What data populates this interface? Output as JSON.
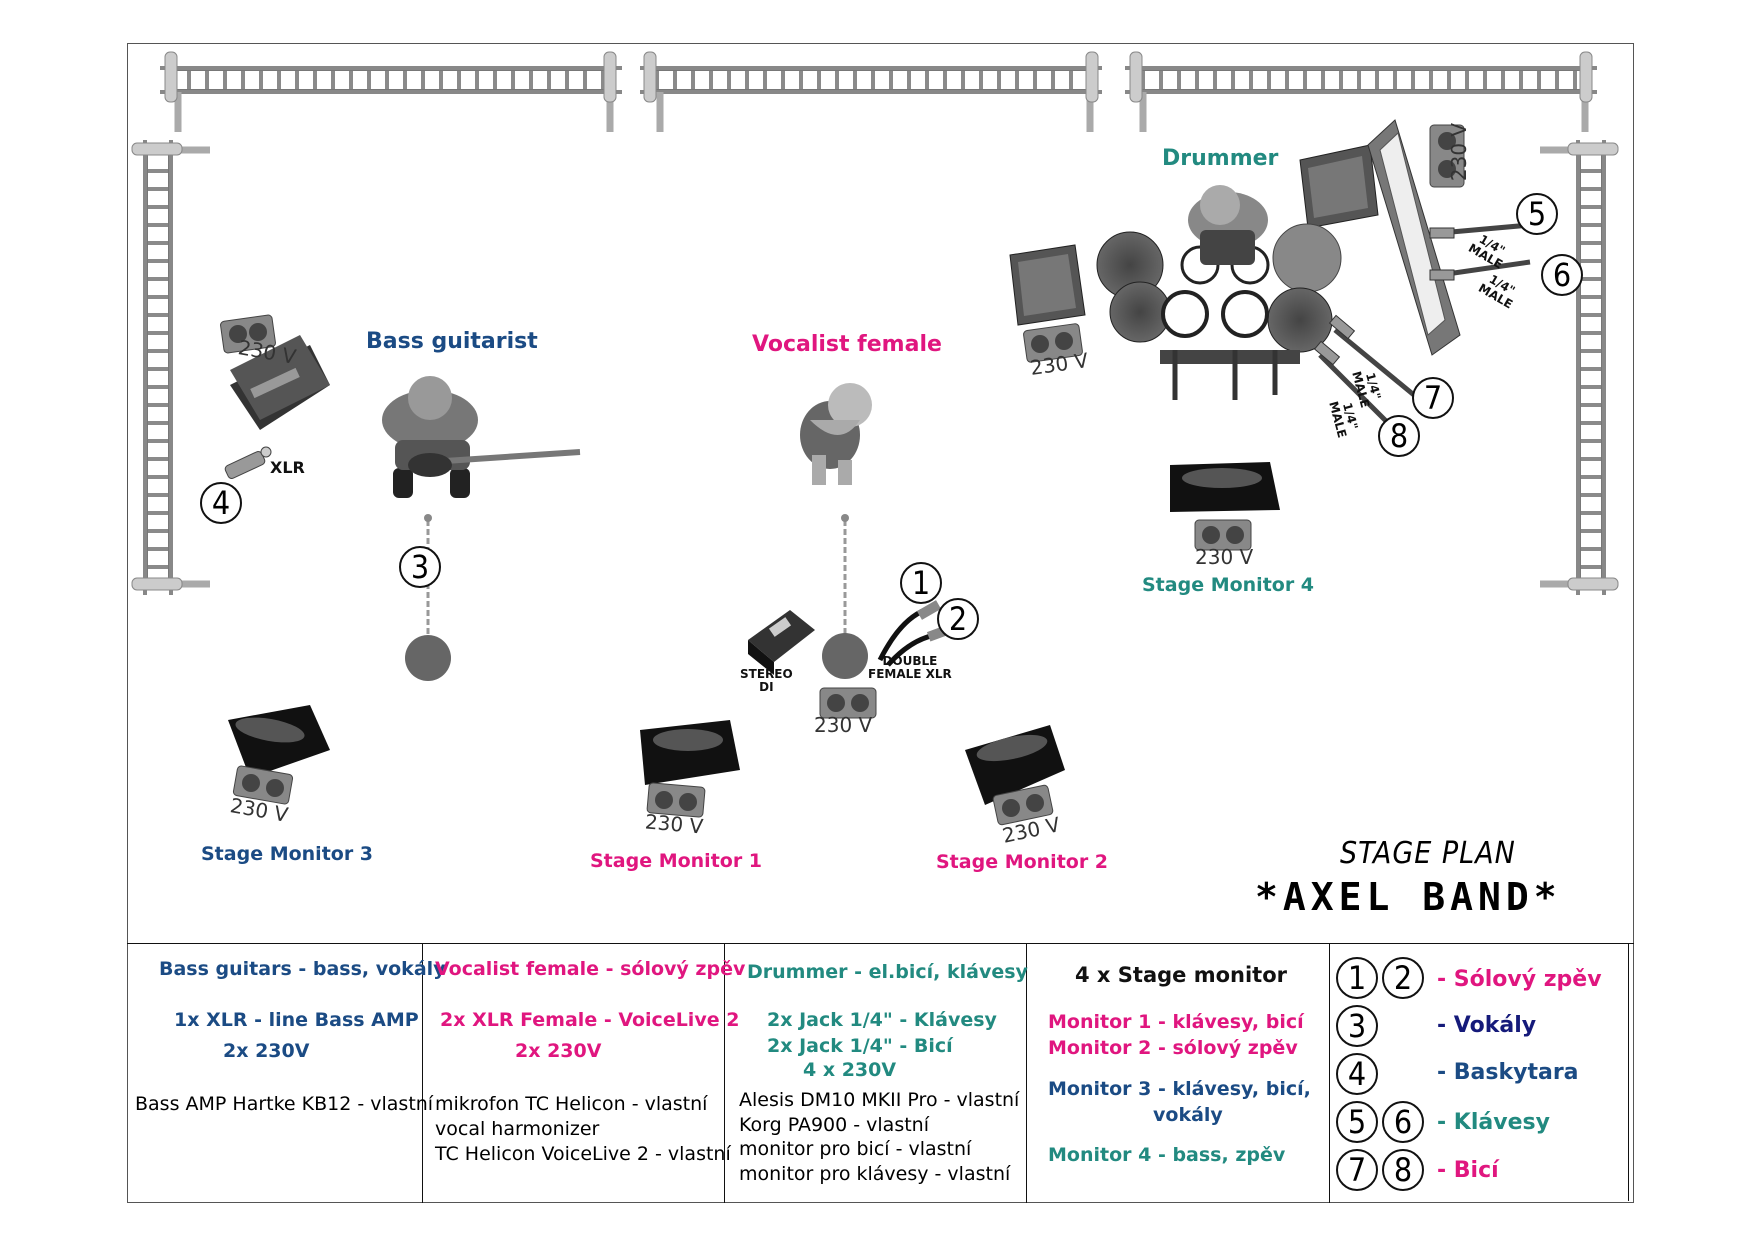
{
  "labels": {
    "drummer": "Drummer",
    "bass_guitarist": "Bass guitarist",
    "vocalist_female": "Vocalist female",
    "stage_monitor_1": "Stage Monitor 1",
    "stage_monitor_2": "Stage Monitor 2",
    "stage_monitor_3": "Stage Monitor 3",
    "stage_monitor_4": "Stage Monitor 4",
    "v230": "230 V",
    "xlr": "XLR",
    "stereo_di": "STEREO\nDI",
    "double_female_xlr": "DOUBLE\nFEMALE XLR",
    "quarter_male": "1/4\"\nMALE"
  },
  "title": {
    "line1": "STAGE PLAN",
    "line2": "*AXEL BAND*"
  },
  "numbers": [
    "1",
    "2",
    "3",
    "4",
    "5",
    "6",
    "7",
    "8"
  ],
  "legend": {
    "bass": {
      "heading": "Bass guitars - bass, vokály",
      "line1": "1x XLR - line Bass AMP",
      "line2": "2x 230V",
      "note1": "Bass AMP Hartke KB12 - vlastní"
    },
    "vocal": {
      "heading": "Vocalist female - sólový zpěv",
      "line1": "2x XLR Female - VoiceLive 2",
      "line2": "2x 230V",
      "note1": "mikrofon TC Helicon - vlastní",
      "note2": "vocal harmonizer",
      "note3": "TC Helicon VoiceLive 2 - vlastní"
    },
    "drums": {
      "heading": "Drummer - el.bicí, klávesy",
      "line1": "2x Jack 1/4\" - Klávesy",
      "line2": "2x Jack 1/4\" - Bicí",
      "line3": "4 x 230V",
      "note1": "Alesis DM10 MKII Pro - vlastní",
      "note2": "Korg PA900 - vlastní",
      "note3": "monitor pro bicí  - vlastní",
      "note4": "monitor pro klávesy - vlastní"
    },
    "monitors": {
      "heading": "4 x Stage monitor",
      "m1": "Monitor 1 - klávesy, bicí",
      "m2": "Monitor 2 - sólový zpěv",
      "m3a": "Monitor 3 - klávesy, bicí,",
      "m3b": "vokály",
      "m4": "Monitor 4 - bass, zpěv"
    },
    "key": {
      "k12": "- Sólový zpěv",
      "k3": "- Vokály",
      "k4": "- Baskytara",
      "k56": "- Klávesy",
      "k78": "- Bicí"
    }
  },
  "colors": {
    "blue": "#1b4b84",
    "pink": "#e0167f",
    "teal": "#228a80",
    "navy": "#151a7a"
  }
}
